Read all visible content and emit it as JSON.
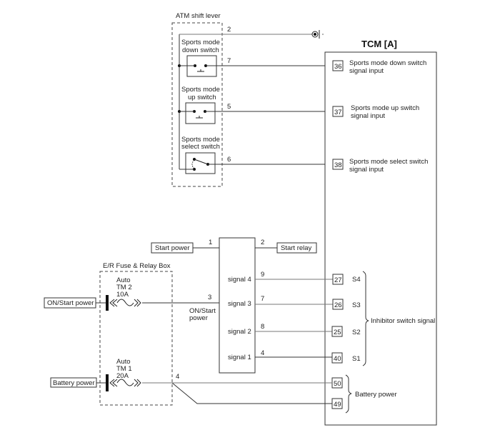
{
  "atm_shift_lever": {
    "title": "ATM shift lever",
    "pin_ground": "2",
    "switches": [
      {
        "label_line1": "Sports mode",
        "label_line2": "down switch",
        "pin": "7"
      },
      {
        "label_line1": "Sports mode",
        "label_line2": "up switch",
        "pin": "5"
      },
      {
        "label_line1": "Sports mode",
        "label_line2": "select switch",
        "pin": "6"
      }
    ]
  },
  "tcm": {
    "title": "TCM [A]",
    "inputs_top": [
      {
        "pin": "36",
        "line1": "Sports mode down switch",
        "line2": "signal input"
      },
      {
        "pin": "37",
        "line1": "Sports mode up switch",
        "line2": "signal input"
      },
      {
        "pin": "38",
        "line1": "Sports mode select switch",
        "line2": "signal input"
      }
    ],
    "inhibitor_pins": [
      {
        "pin": "27",
        "label": "S4"
      },
      {
        "pin": "26",
        "label": "S3"
      },
      {
        "pin": "25",
        "label": "S2"
      },
      {
        "pin": "40",
        "label": "S1"
      }
    ],
    "inhibitor_label": "Inhibitor switch signal",
    "battery_pins": [
      "50",
      "49"
    ],
    "battery_label": "Battery power"
  },
  "inhibitor_switch": {
    "pin_start_power": "1",
    "pin_start_relay": "2",
    "pin_on_start": "3",
    "signals": [
      {
        "label": "signal 4",
        "pin": "9"
      },
      {
        "label": "signal 3",
        "pin": "7"
      },
      {
        "label": "signal 2",
        "pin": "8"
      },
      {
        "label": "signal 1",
        "pin": "4"
      }
    ],
    "on_start_line1": "ON/Start",
    "on_start_line2": "power"
  },
  "labels": {
    "start_power": "Start power",
    "start_relay": "Start relay",
    "on_start_power": "ON/Start power",
    "battery_power": "Battery power"
  },
  "fuse_box": {
    "title": "E/R Fuse & Relay Box",
    "fuses": [
      {
        "line1": "Auto",
        "line2": "TM 2",
        "line3": "10A"
      },
      {
        "line1": "Auto",
        "line2": "TM 1",
        "line3": "20A",
        "pin": "4"
      }
    ]
  },
  "colors": {
    "wire": "#333333",
    "background": "#ffffff"
  }
}
